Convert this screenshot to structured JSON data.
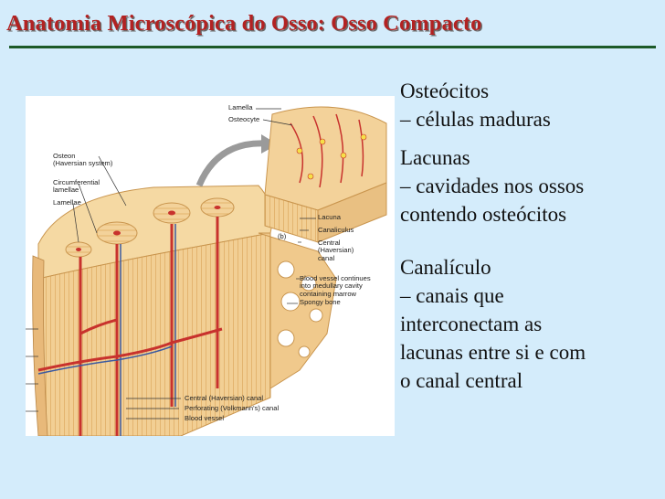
{
  "slide": {
    "title": "Anatomia Microscópica do Osso: Osso Compacto",
    "colors": {
      "background": "#d4ecfb",
      "title": "#b22222",
      "rule": "#1c5a28",
      "bone": "#f3d29a",
      "vessel_red": "#c8322d",
      "vessel_blue": "#3c5aa0"
    }
  },
  "figure": {
    "panel_label": "(b)",
    "labels": {
      "lamella": "Lamella",
      "osteocyte": "Osteocyte",
      "osteon": "Osteon\n(Haversian system)",
      "circumferential": "Circumferential\nlamellae",
      "lamellae": "Lamellae",
      "lacuna": "Lacuna",
      "canaliculus": "Canaliculus",
      "central_canal_b": "Central\n(Haversian)\ncanal",
      "blood_vessel_continues": "Blood vessel continues\ninto medullary cavity\ncontaining marrow",
      "spongy_bone": "Spongy bone",
      "central_canal": "Central (Haversian) canal",
      "perforating_canal": "Perforating (Volkmann's) canal",
      "blood_vessel": "Blood vessel"
    }
  },
  "text": {
    "osteocitos": [
      "Osteócitos",
      "– células maduras"
    ],
    "lacunas": [
      "Lacunas",
      " – cavidades nos ossos",
      "contendo osteócitos"
    ],
    "canaliculo": [
      "Canalículo",
      " – canais que",
      "interconectam as",
      "lacunas entre si e com",
      "o canal central"
    ]
  }
}
